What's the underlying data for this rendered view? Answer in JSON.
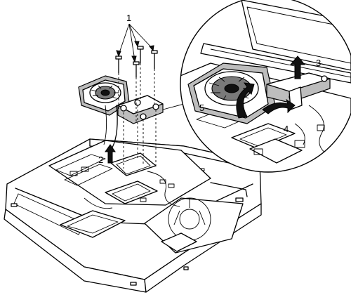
{
  "callouts": {
    "screws": "1",
    "lift_fan": "2",
    "lift_up": "3",
    "slide_out": "4",
    "rotate": "5"
  },
  "colors": {
    "line": "#000000",
    "fill_gray": "#bdbdbd",
    "fill_dark": "#7a7a7a",
    "background": "#ffffff"
  }
}
